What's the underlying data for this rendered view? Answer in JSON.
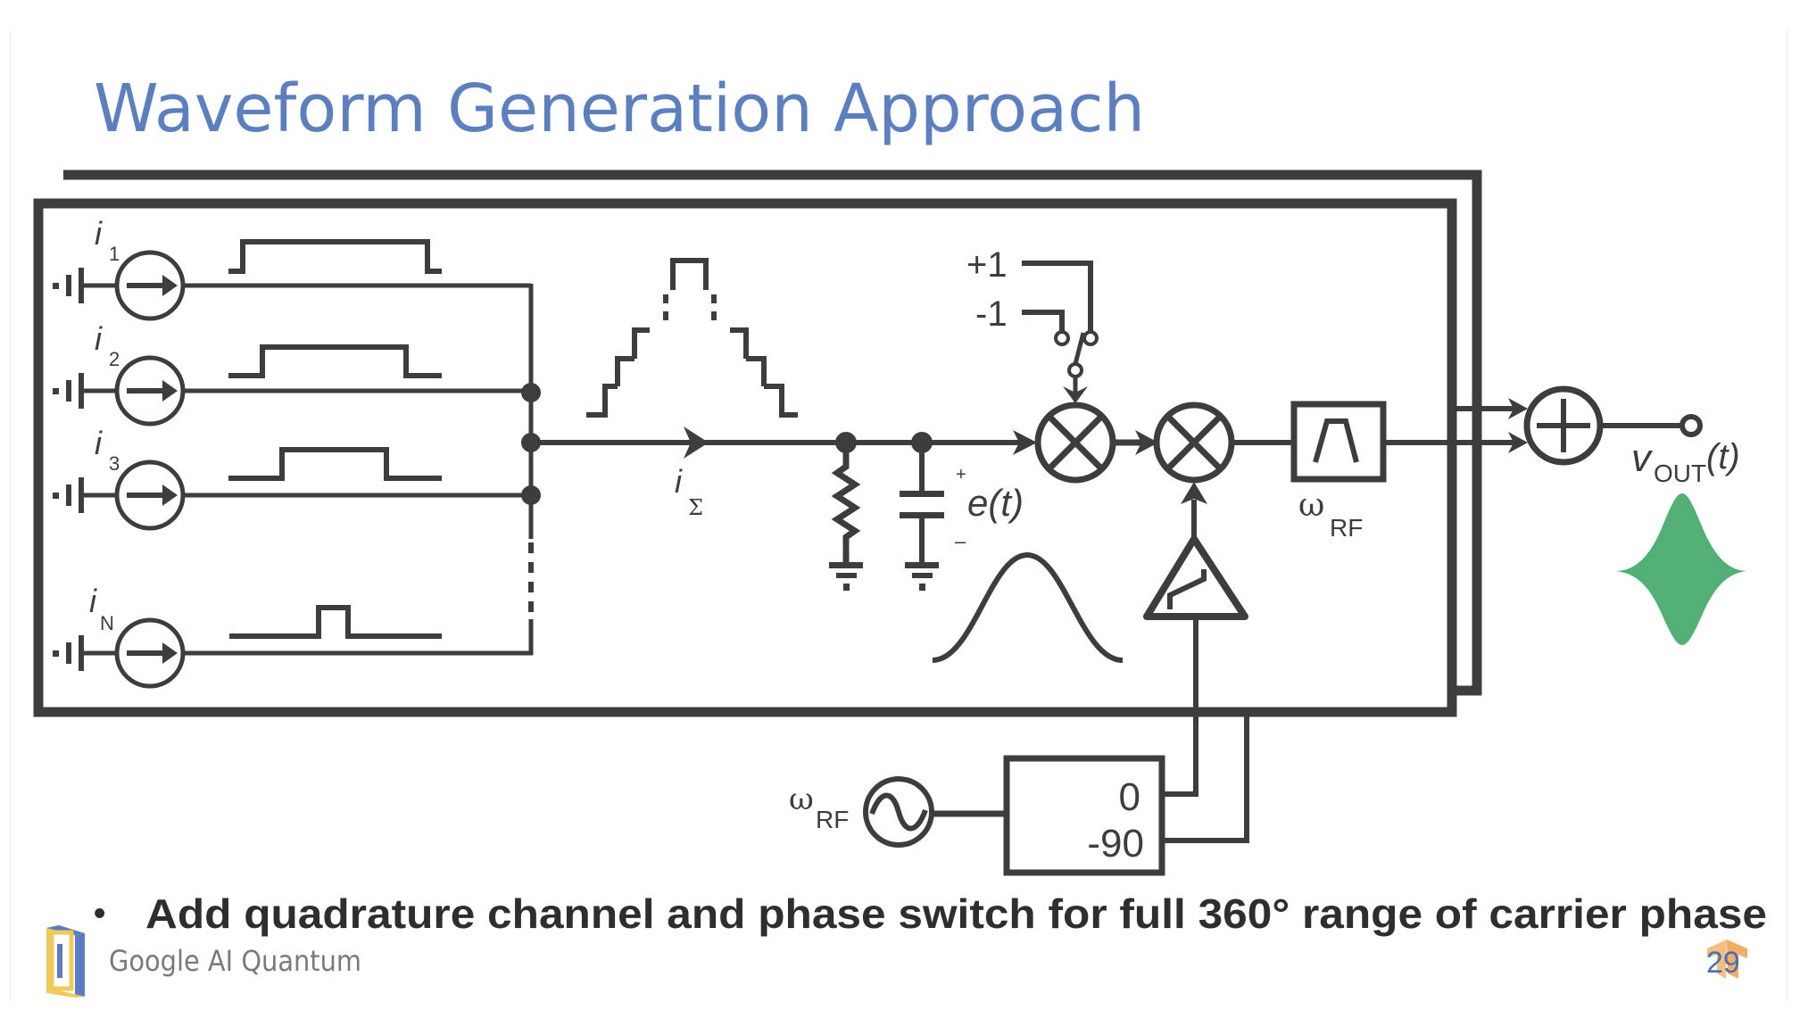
{
  "slide": {
    "title": "Waveform Generation Approach",
    "bullet_symbol": "•",
    "bullet_text": "Add quadrature channel and phase switch for full 360° range of carrier phase",
    "footer_brand": "Google AI Quantum",
    "page_number": "29"
  },
  "colors": {
    "title": "#5b7fbf",
    "wire": "#3d3d3d",
    "pulse_black": "#3d3d3d",
    "pulse_green": "#4fa86a",
    "pulse_blue": "#3f5aa8",
    "pulse_red": "#e05252",
    "output_envelope": "#52b074",
    "logo_blue": "#5a7cc4",
    "logo_yellow": "#f2c85b",
    "watermark": "#f0a04b"
  },
  "diagram": {
    "current_sources": [
      {
        "label": "i",
        "subscript": "1",
        "pulse_color": "pulse_black"
      },
      {
        "label": "i",
        "subscript": "2",
        "pulse_color": "pulse_green"
      },
      {
        "label": "i",
        "subscript": "3",
        "pulse_color": "pulse_blue"
      },
      {
        "label": "i",
        "subscript": "N",
        "pulse_color": "pulse_red"
      }
    ],
    "sum_current": {
      "label": "i",
      "subscript": "Σ"
    },
    "envelope": {
      "label": "e(t)",
      "plus": "+",
      "minus": "–"
    },
    "phase_switch": {
      "pos_label": "+1",
      "neg_label": "-1"
    },
    "filter": {
      "label": "ω",
      "subscript": "RF"
    },
    "oscillator": {
      "label": "ω",
      "subscript": "RF"
    },
    "phase_splitter": {
      "out0": "0",
      "out90": "-90"
    },
    "output": {
      "label": "v",
      "subscript": "OUT",
      "suffix": "(t)"
    }
  }
}
